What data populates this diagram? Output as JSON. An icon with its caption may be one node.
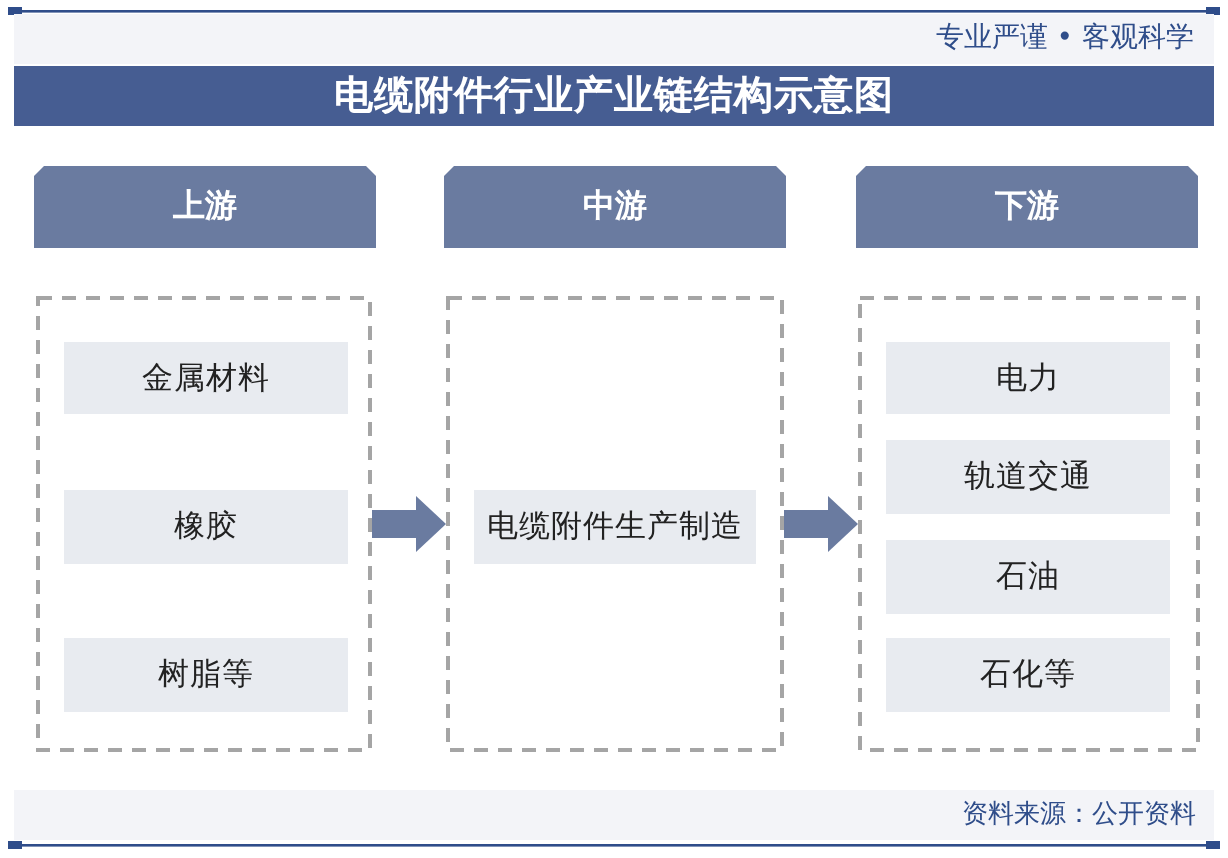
{
  "diagram": {
    "title": "电缆附件行业产业链结构示意图",
    "nodes": [
      {
        "text": [
          "上游"
        ]
      },
      {
        "text": [
          "中游"
        ]
      },
      {
        "text": [
          "下游"
        ]
      },
      {
        "text": [],
        "shape": "box"
      },
      {
        "text": [
          "金属材料"
        ],
        "in": 3
      },
      {
        "text": [
          "橡胶"
        ],
        "in": 3
      },
      {
        "text": [
          "树脂等"
        ],
        "in": 3
      },
      {
        "text": [],
        "shape": "box"
      },
      {
        "text": [
          "电缆附件生产制造"
        ],
        "in": 7
      },
      {
        "text": [],
        "shape": "box"
      },
      {
        "text": [
          "电力"
        ],
        "in": 9
      },
      {
        "text": [
          "轨道交通"
        ],
        "in": 9
      },
      {
        "text": [
          "石油"
        ],
        "in": 9
      },
      {
        "text": [
          "石化等"
        ],
        "in": 9
      }
    ],
    "edges": [
      {
        "from": 3,
        "to": 7,
        "arrow": "to"
      },
      {
        "from": 7,
        "to": 9,
        "arrow": "to"
      }
    ],
    "labels": [
      "专业严谨 • 客观科学",
      "资料来源：公开资料"
    ]
  }
}
